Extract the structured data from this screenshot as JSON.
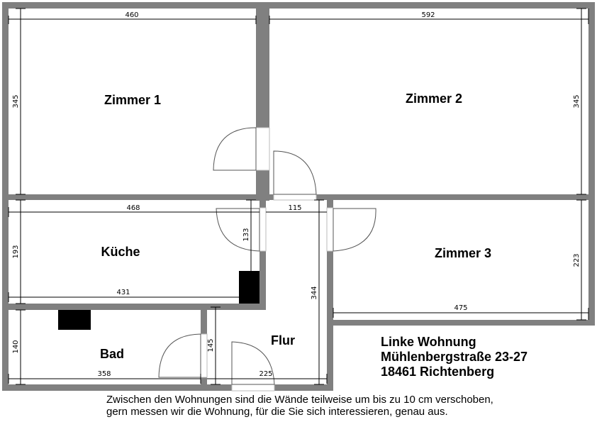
{
  "rooms": {
    "zimmer1": {
      "label": "Zimmer 1",
      "width": "460",
      "depth": "345"
    },
    "zimmer2": {
      "label": "Zimmer 2",
      "width": "592",
      "depth": "345"
    },
    "kueche": {
      "label": "Küche",
      "width": "468",
      "width_lower": "431",
      "depth": "193",
      "door_depth": "133"
    },
    "flur": {
      "label": "Flur",
      "width": "115",
      "depth": "344",
      "width_lower": "225",
      "depth_lower": "145"
    },
    "zimmer3": {
      "label": "Zimmer 3",
      "width": "475",
      "depth": "223"
    },
    "bad": {
      "label": "Bad",
      "width": "358",
      "depth": "140"
    }
  },
  "info": {
    "line1": "Linke Wohnung",
    "line2": "Mühlenbergstraße 23-27",
    "line3": "18461 Richtenberg"
  },
  "note": {
    "line1": "Zwischen den Wohnungen sind die Wände teilweise um bis zu 10 cm verschoben,",
    "line2": "gern messen wir die Wohnung, für die Sie sich interessieren, genau aus."
  },
  "colors": {
    "wall": "#808080",
    "fixture": "#000000",
    "background": "#ffffff"
  }
}
